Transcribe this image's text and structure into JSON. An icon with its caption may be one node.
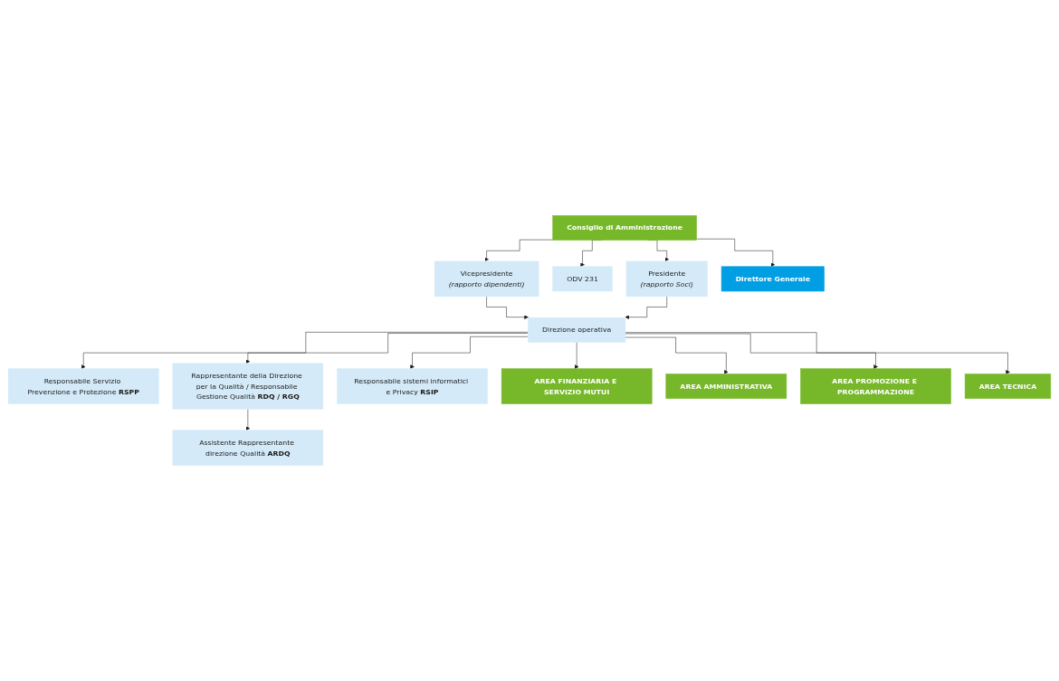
{
  "diagram": {
    "nodes": [
      {
        "text": [
          "Consiglio di Amministrazione"
        ]
      },
      {
        "text": [
          "Vicepresidente",
          "*(rapporto dipendenti)*"
        ]
      },
      {
        "text": [
          "ODV 231"
        ]
      },
      {
        "text": [
          "Presidente",
          "*(rapporto Soci)*"
        ]
      },
      {
        "text": [
          "Direttore Generale"
        ]
      },
      {
        "text": [
          "Direzione operativa"
        ]
      },
      {
        "text": [
          "Responsabile Servizio Prevenzione e Protezione **RSPP**"
        ]
      },
      {
        "text": [
          "Rappresentante della Direzione per la Qualità / Responsabile Gestione Qualità **RDQ / RGQ**"
        ]
      },
      {
        "text": [
          "Responsabile sistemi informatici e Privacy **RSIP**"
        ]
      },
      {
        "text": [
          "Assistente Rappresentante direzione Qualità **ARDQ**"
        ]
      },
      {
        "text": [
          "AREA FINANZIARIA E SERVIZIO MUTUI"
        ]
      },
      {
        "text": [
          "AREA AMMINISTRATIVA"
        ]
      },
      {
        "text": [
          "AREA PROMOZIONE E PROGRAMMAZIONE"
        ]
      },
      {
        "text": [
          "AREA TECNICA"
        ]
      }
    ],
    "edges": [
      {
        "from": 0,
        "to": 1,
        "arrow": "to"
      },
      {
        "from": 0,
        "to": 2,
        "arrow": "to"
      },
      {
        "from": 0,
        "to": 3,
        "arrow": "to"
      },
      {
        "from": 0,
        "to": 4,
        "arrow": "to"
      },
      {
        "from": 1,
        "to": 5,
        "arrow": "to"
      },
      {
        "from": 3,
        "to": 5,
        "arrow": "to"
      },
      {
        "from": 5,
        "to": 6,
        "arrow": "to"
      },
      {
        "from": 5,
        "to": 7,
        "arrow": "to"
      },
      {
        "from": 7,
        "to": 9,
        "arrow": "to"
      },
      {
        "from": 5,
        "to": 8,
        "arrow": "to"
      },
      {
        "from": 5,
        "to": 10,
        "arrow": "to"
      },
      {
        "from": 5,
        "to": 11,
        "arrow": "to"
      },
      {
        "from": 5,
        "to": 12,
        "arrow": "to"
      },
      {
        "from": 5,
        "to": 13,
        "arrow": "to"
      }
    ]
  }
}
